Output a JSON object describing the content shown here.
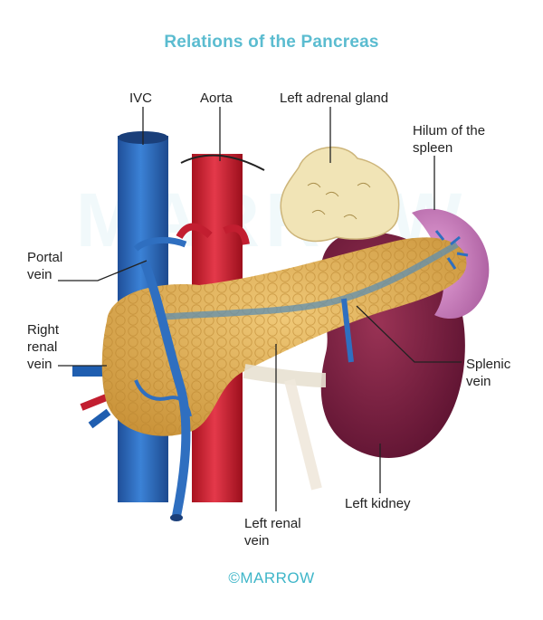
{
  "title": "Relations of the Pancreas",
  "watermark": "MARROW",
  "brand": "©MARROW",
  "labels": {
    "ivc": "IVC",
    "aorta": "Aorta",
    "adrenal": "Left adrenal gland",
    "hilum_1": "Hilum of the",
    "hilum_2": "spleen",
    "portal_1": "Portal",
    "portal_2": "vein",
    "right_renal_1": "Right",
    "right_renal_2": "renal",
    "right_renal_3": "vein",
    "splenic_1": "Splenic",
    "splenic_2": "vein",
    "left_kidney": "Left kidney",
    "left_renal_1": "Left renal",
    "left_renal_2": "vein"
  },
  "colors": {
    "title": "#5bbcd0",
    "vein": "#2f6fc0",
    "artery": "#d8263a",
    "pancreas": "#e2b45a",
    "kidney": "#7a2040",
    "spleen": "#c97bbf",
    "adrenal": "#f1e4b6"
  }
}
